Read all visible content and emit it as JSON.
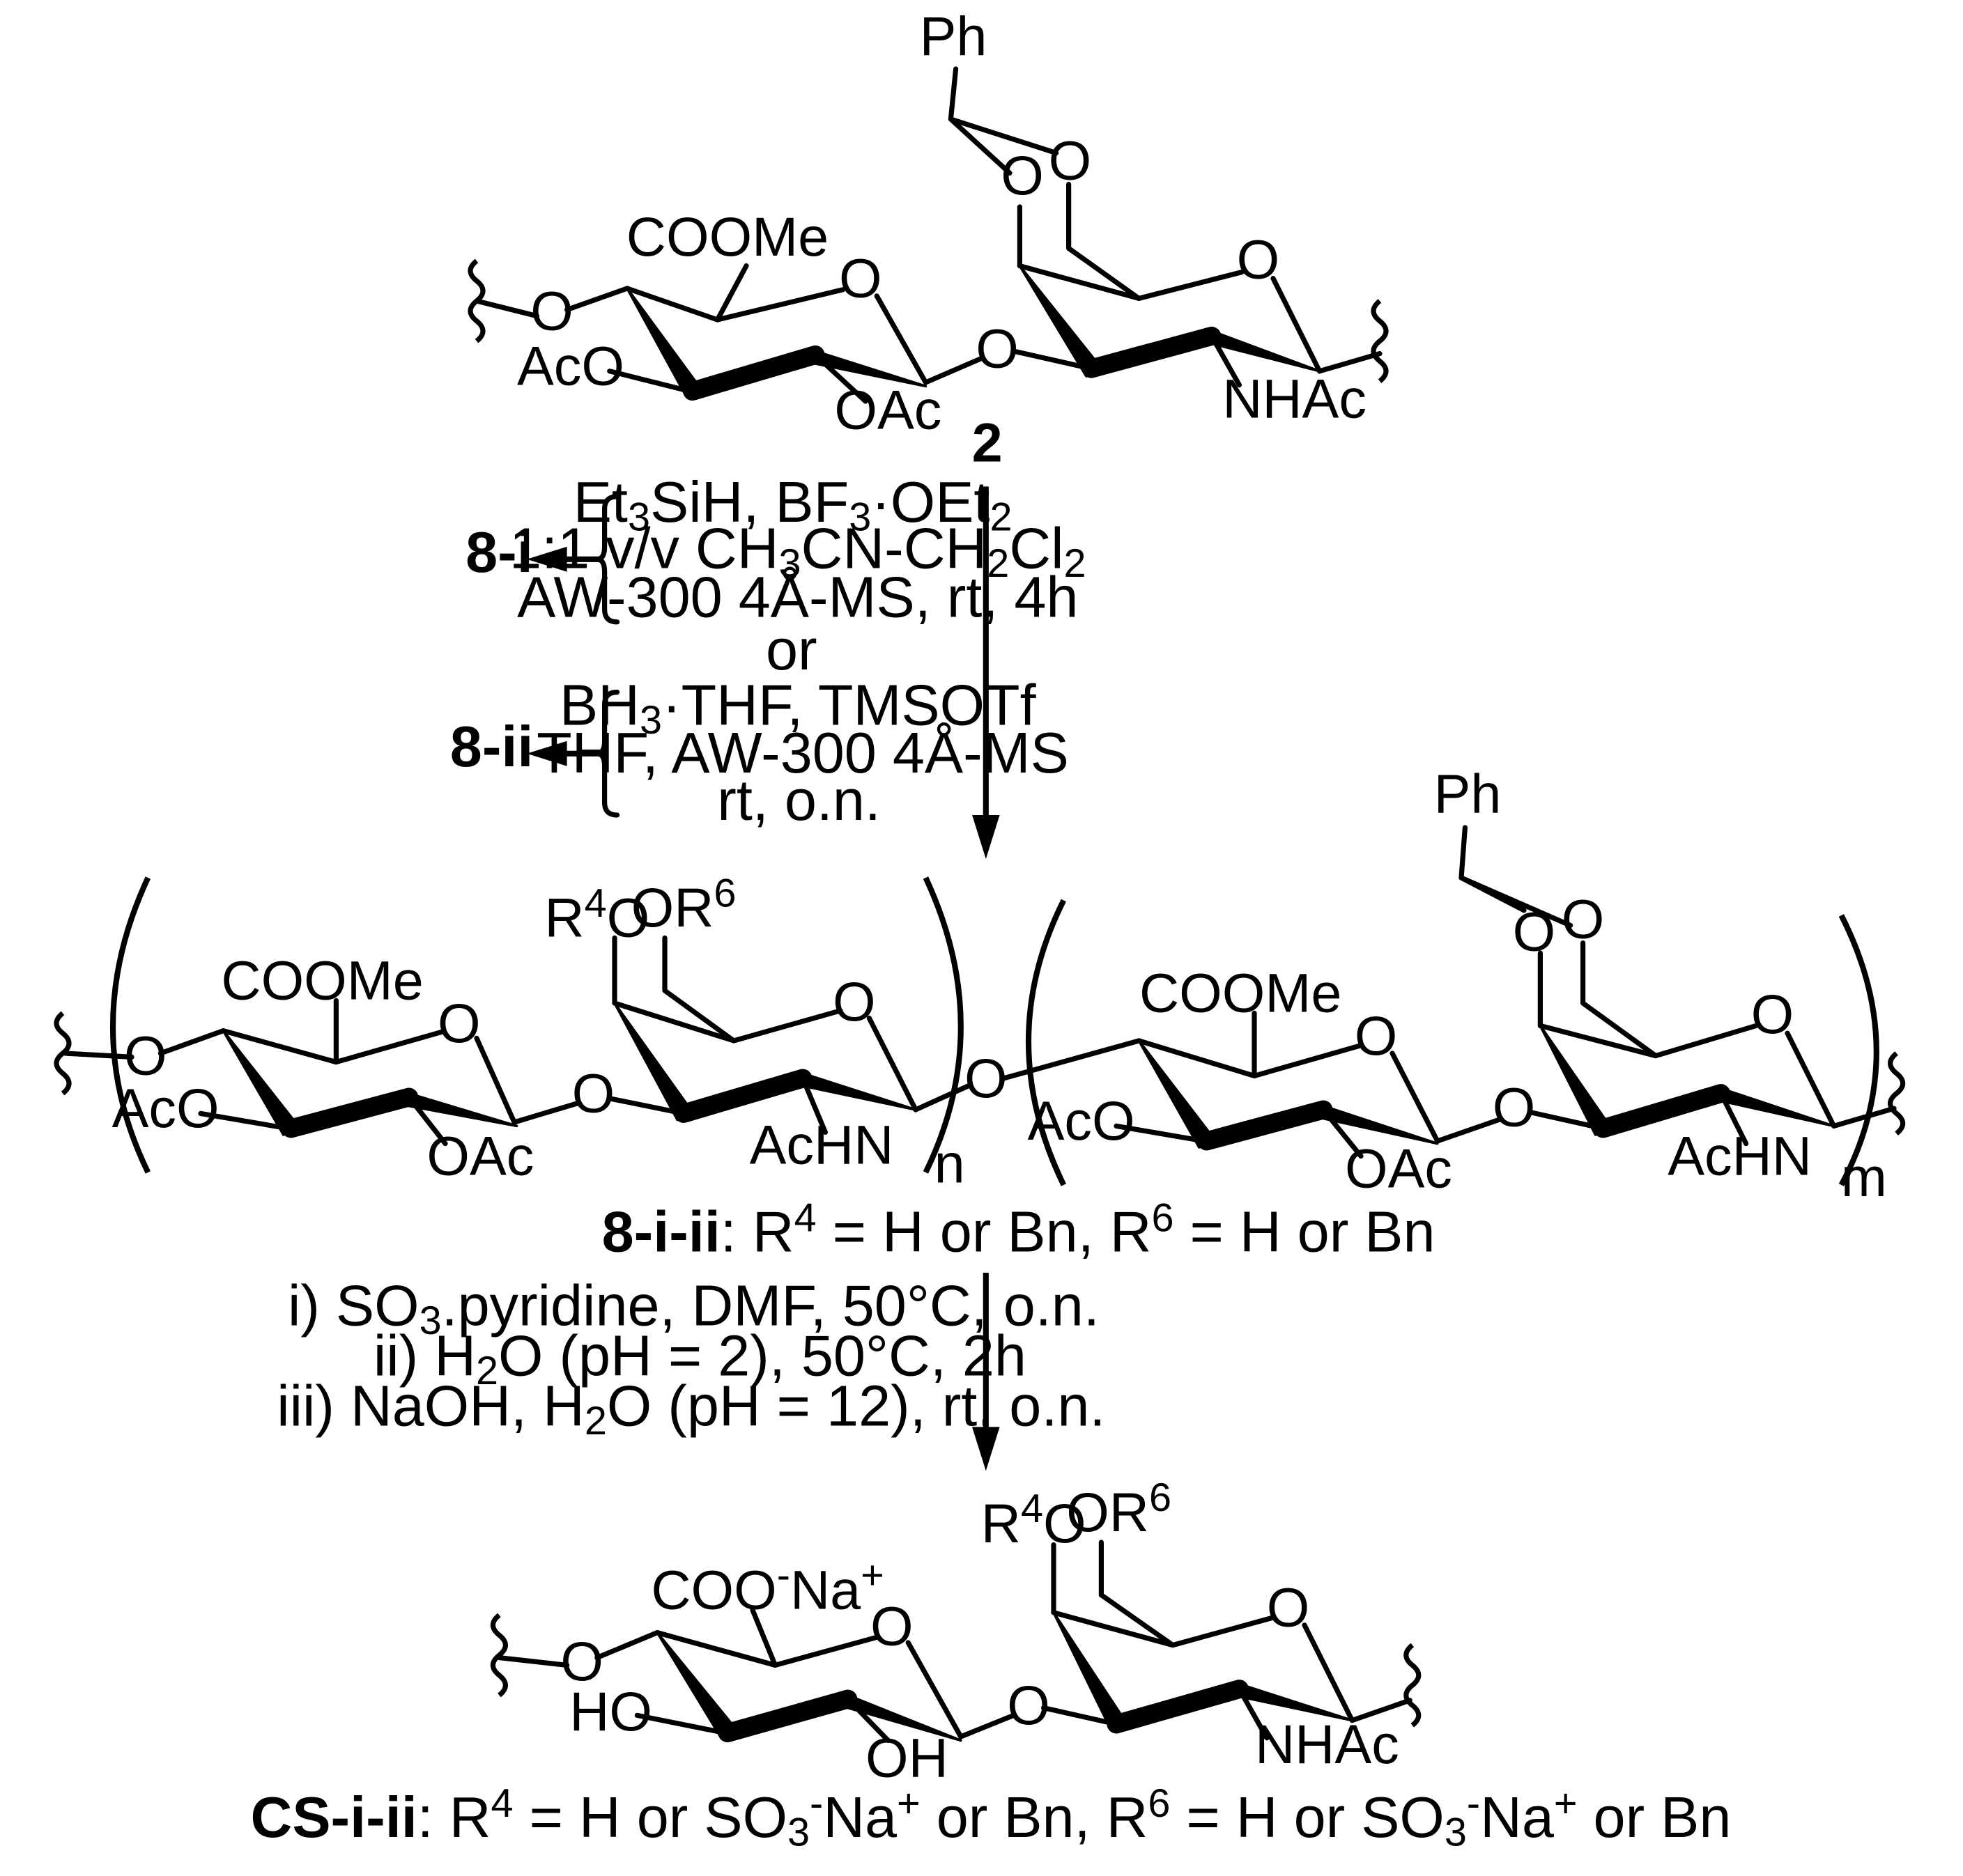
{
  "compound_2": {
    "number": "2",
    "labels": {
      "ph": "Ph",
      "o_acetal1": "O",
      "o_acetal2": "O",
      "cooMe": "COOMe",
      "o_ring1": "O",
      "o_ring2": "O",
      "o_left": "O",
      "o_glyc": "O",
      "aco": "AcO",
      "oac": "OAc",
      "nhac": "NHAc"
    }
  },
  "step1": {
    "path_i": {
      "product": "8-i",
      "line1": [
        "Et",
        "3",
        "SiH, BF",
        "3",
        "·OEt",
        "2"
      ],
      "line2": [
        "1:1 v/v CH",
        "3",
        "CN-CH",
        "2",
        "Cl",
        "2"
      ],
      "line3": "AW-300 4Å-MS, rt, 4h"
    },
    "or_text": "or",
    "path_ii": {
      "product": "8-ii",
      "line1": [
        "BH",
        "3",
        "·THF, TMSOTf"
      ],
      "line2": "THF, AW-300 4Å-MS",
      "line3": "rt, o.n."
    }
  },
  "compound_8": {
    "labels": {
      "r4o": [
        "R",
        "4",
        "O"
      ],
      "or6": [
        "OR",
        "6"
      ],
      "cooMe_a": "COOMe",
      "o_a_left": "O",
      "o_a_ring": "O",
      "aco_a": "AcO",
      "oac_a": "OAc",
      "o_a_glyc": "O",
      "o_b_ring": "O",
      "achn_b": "AcHN",
      "n": "n",
      "o_link": "O",
      "cooMe_c": "COOMe",
      "o_c_ring": "O",
      "aco_c": "AcO",
      "oac_c": "OAc",
      "o_c_glyc": "O",
      "ph_d": "Ph",
      "o_d_acetal1": "O",
      "o_d_acetal2": "O",
      "o_d_ring": "O",
      "achn_d": "AcHN",
      "m": "m"
    },
    "caption": {
      "name": "8-i-ii",
      "text": [
        ": R",
        "4",
        " = H or Bn, R",
        "6",
        " = H or Bn"
      ]
    }
  },
  "step2": {
    "line1": [
      "i) SO",
      "3",
      ".pyridine, DMF, 50°C, o.n."
    ],
    "line2": [
      "ii) H",
      "2",
      "O (pH = 2), 50°C, 2h"
    ],
    "line3": [
      "iii) NaOH, H",
      "2",
      "O (pH = 12), rt, o.n."
    ]
  },
  "compound_cs": {
    "labels": {
      "r4o": [
        "R",
        "4",
        "O"
      ],
      "or6": [
        "OR",
        "6"
      ],
      "coona": [
        "COO",
        "-",
        "Na",
        "+"
      ],
      "o_ring1": "O",
      "o_ring2": "O",
      "o_left": "O",
      "o_glyc": "O",
      "ho": "HO",
      "oh": "OH",
      "nhac": "NHAc"
    },
    "caption": {
      "name": "CS-i-ii",
      "text": [
        ": R",
        "4",
        " = H or SO",
        "3",
        "-",
        "Na",
        "+",
        " or Bn, R",
        "6",
        " = H or SO",
        "3",
        "-",
        "Na",
        "+",
        " or Bn"
      ]
    }
  }
}
